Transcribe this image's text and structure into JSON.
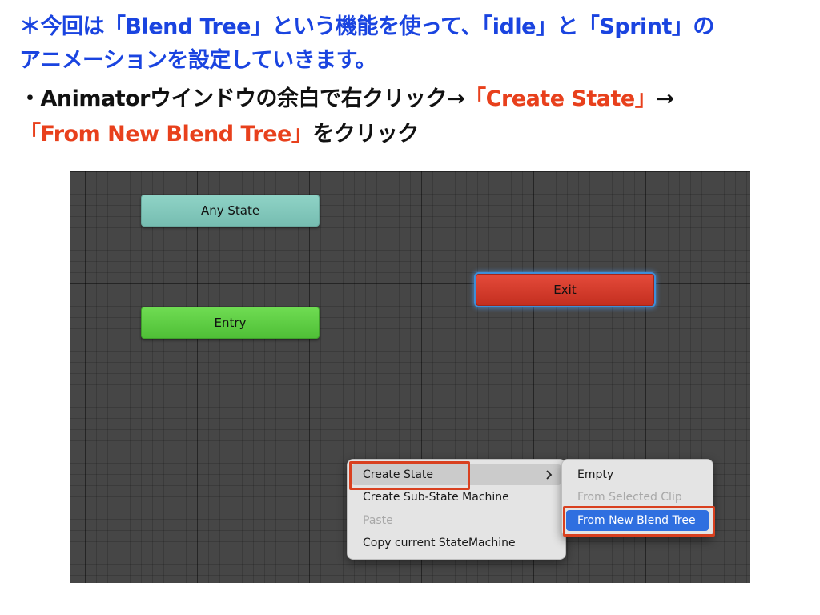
{
  "instructions": {
    "line1": "＊今回は「Blend Tree」という機能を使って、「idle」と「Sprint」の",
    "line2": "アニメーションを設定していきます。",
    "line3_prefix": "・Animatorウインドウの余白で右クリック→",
    "line3_highlight": "「Create State」",
    "line3_suffix": "→",
    "line4_highlight": "「From New Blend Tree」",
    "line4_suffix": "をクリック"
  },
  "animator": {
    "nodes": {
      "any_state": "Any State",
      "entry": "Entry",
      "exit": "Exit"
    },
    "context_menu": {
      "items": [
        "Create State",
        "Create Sub-State Machine",
        "Paste",
        "Copy current StateMachine"
      ],
      "submenu_arrow": "chevron-right-icon"
    },
    "submenu": {
      "items": [
        "Empty",
        "From Selected Clip",
        "From New Blend Tree"
      ]
    }
  },
  "colors": {
    "instruction_blue": "#1a44e0",
    "highlight_red": "#e8401c",
    "selection_blue": "#2f6fe0",
    "exit_node": "#d33c2c",
    "entry_node": "#5ccf42",
    "any_state_node": "#82c8bb"
  }
}
